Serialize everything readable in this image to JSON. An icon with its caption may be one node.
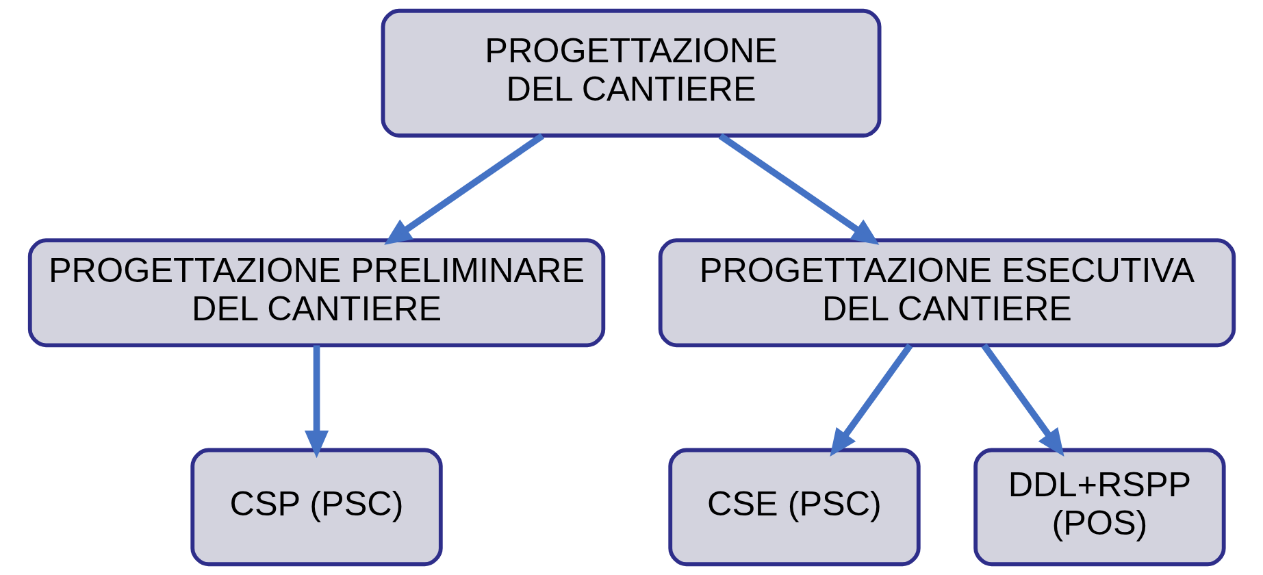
{
  "diagram": {
    "nodes": [
      {
        "text": [
          "PROGETTAZIONE DEL CANTIERE"
        ]
      },
      {
        "text": [
          "PROGETTAZIONE PRELIMINARE DEL CANTIERE"
        ]
      },
      {
        "text": [
          "PROGETTAZIONE ESECUTIVA DEL CANTIERE"
        ]
      },
      {
        "text": [
          "CSP (PSC)"
        ]
      },
      {
        "text": [
          "CSE (PSC)"
        ]
      },
      {
        "text": [
          "DDL+RSPP (POS)"
        ]
      }
    ],
    "edges": [
      {
        "from": 0,
        "to": 1,
        "arrow": "to"
      },
      {
        "from": 0,
        "to": 2,
        "arrow": "to"
      },
      {
        "from": 1,
        "to": 3,
        "arrow": "to"
      },
      {
        "from": 2,
        "to": 4,
        "arrow": "to"
      },
      {
        "from": 2,
        "to": 5,
        "arrow": "to"
      }
    ]
  }
}
